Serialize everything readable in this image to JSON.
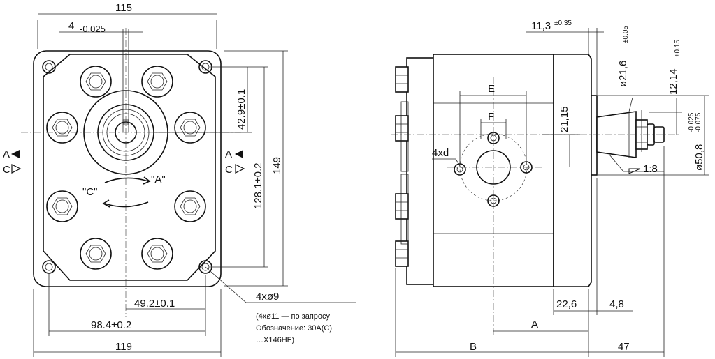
{
  "front_view": {
    "dim_top_width": "115",
    "dim_offset_main": "4",
    "dim_offset_tol": "-0.025",
    "dim_bottom_width": "119",
    "dim_hole_spacing_x": "98.4±0.2",
    "dim_hole_half_x": "49.2±0.1",
    "dim_height_total": "149",
    "dim_hole_spacing_y": "128.1±0.2",
    "dim_center_offset": "42.9±0.1",
    "dim_holes": "4xø9",
    "note_line1": "(4xø11 — по запросу",
    "note_line2": "Обозначение: 30А(С)",
    "note_line3": "…X146HF)",
    "rotation_c": "\"C\"",
    "rotation_a": "\"A\"",
    "port_a_label": "A",
    "port_c_label": "C"
  },
  "side_view": {
    "dim_11_3": "11,3",
    "dim_11_3_tol": "±0.35",
    "dim_dia_21_6": "ø21,6",
    "dim_dia_21_6_tol": "±0.05",
    "dim_12_14": "12,14",
    "dim_12_14_tol": "±0.15",
    "dim_dia_50_8": "ø50,8",
    "dim_dia_50_8_tol_up": "-0.025",
    "dim_dia_50_8_tol_dn": "-0.075",
    "dim_21_15": "21,15",
    "dim_taper": "1:8",
    "dim_22_6": "22,6",
    "dim_4_8": "4,8",
    "dim_A": "A",
    "dim_B": "B",
    "dim_47": "47",
    "label_E": "E",
    "label_F": "F",
    "label_4xd": "4xd"
  }
}
